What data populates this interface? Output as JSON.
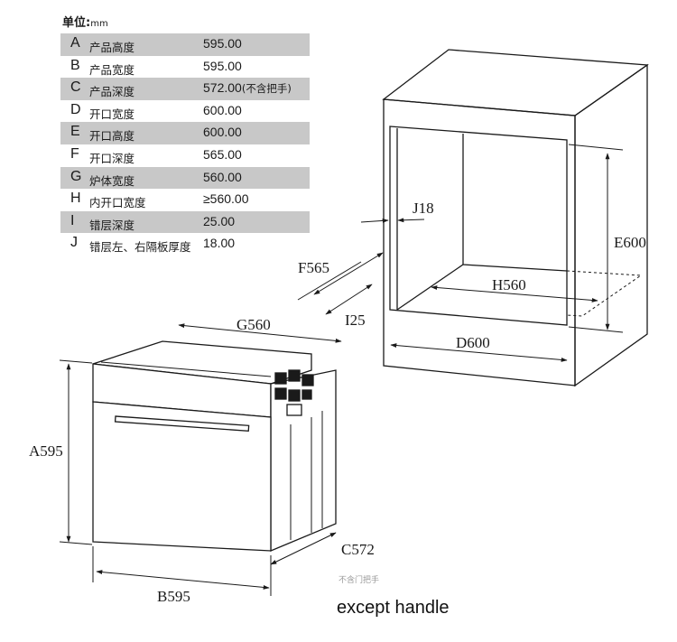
{
  "unit": {
    "label": "单位:",
    "unit": "mm"
  },
  "specs": [
    {
      "letter": "A",
      "label": "产品高度",
      "value": "595.00",
      "note": ""
    },
    {
      "letter": "B",
      "label": "产品宽度",
      "value": "595.00",
      "note": ""
    },
    {
      "letter": "C",
      "label": "产品深度",
      "value": "572.00",
      "note": "(不含把手)"
    },
    {
      "letter": "D",
      "label": "开口宽度",
      "value": "600.00",
      "note": ""
    },
    {
      "letter": "E",
      "label": "开口高度",
      "value": "600.00",
      "note": ""
    },
    {
      "letter": "F",
      "label": "开口深度",
      "value": "565.00",
      "note": ""
    },
    {
      "letter": "G",
      "label": "炉体宽度",
      "value": "560.00",
      "note": ""
    },
    {
      "letter": "H",
      "label": "内开口宽度",
      "value": "≥560.00",
      "note": ""
    },
    {
      "letter": "I",
      "label": "错层深度",
      "value": "25.00",
      "note": ""
    },
    {
      "letter": "J",
      "label": "错层左、右隔板厚度",
      "value": "18.00",
      "note": ""
    }
  ],
  "dimensions": {
    "A": "A595",
    "B": "B595",
    "C": "C572",
    "D": "D600",
    "E": "E600",
    "F": "F565",
    "G": "G560",
    "H": "H560",
    "I": "I25",
    "J": "J18"
  },
  "notes": {
    "chinese": "不含门把手",
    "english": "except handle"
  },
  "colors": {
    "line": "#1a1a1a",
    "shade": "#c8c8c8",
    "note_gray": "#9a9a9a"
  }
}
